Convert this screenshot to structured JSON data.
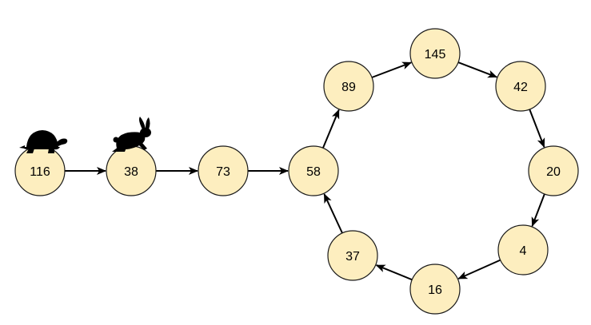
{
  "nodes": [
    {
      "id": "n116",
      "label": "116"
    },
    {
      "id": "n38",
      "label": "38"
    },
    {
      "id": "n73",
      "label": "73"
    },
    {
      "id": "n58",
      "label": "58"
    },
    {
      "id": "n89",
      "label": "89"
    },
    {
      "id": "n145",
      "label": "145"
    },
    {
      "id": "n42",
      "label": "42"
    },
    {
      "id": "n20",
      "label": "20"
    },
    {
      "id": "n4",
      "label": "4"
    },
    {
      "id": "n16",
      "label": "16"
    },
    {
      "id": "n37",
      "label": "37"
    }
  ],
  "edges": [
    {
      "from": "n116",
      "to": "n38"
    },
    {
      "from": "n38",
      "to": "n73"
    },
    {
      "from": "n73",
      "to": "n58"
    },
    {
      "from": "n58",
      "to": "n89"
    },
    {
      "from": "n89",
      "to": "n145"
    },
    {
      "from": "n145",
      "to": "n42"
    },
    {
      "from": "n42",
      "to": "n20"
    },
    {
      "from": "n20",
      "to": "n4"
    },
    {
      "from": "n4",
      "to": "n16"
    },
    {
      "from": "n16",
      "to": "n37"
    },
    {
      "from": "n37",
      "to": "n58"
    }
  ],
  "pointers": [
    {
      "icon": "tortoise-icon",
      "on": "n116"
    },
    {
      "icon": "hare-icon",
      "on": "n38"
    }
  ],
  "colors": {
    "node_fill": "#fdeebf",
    "node_stroke": "#1a1a1a",
    "edge": "#000000",
    "icon": "#000000"
  }
}
